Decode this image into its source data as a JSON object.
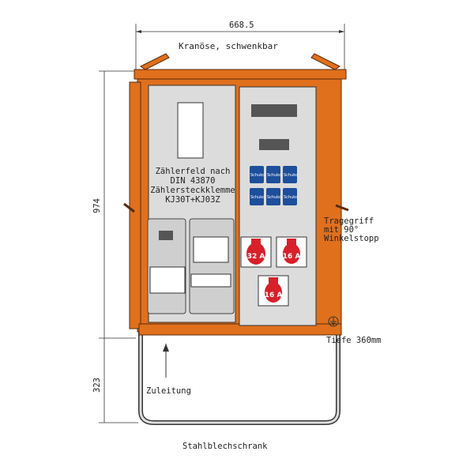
{
  "dimensions": {
    "width": "668.5",
    "height_cabinet": "974",
    "height_legs": "323"
  },
  "labels": {
    "crane_eye": "Kranöse, schwenkbar",
    "meter_field": [
      "Zählerfeld nach",
      "DIN 43870",
      "Zählersteckklemme",
      "KJ30T+KJ03Z"
    ],
    "handle": [
      "Tragegriff",
      "mit 90°",
      "Winkelstopp"
    ],
    "depth": "Tiefe 360mm",
    "feed": "Zuleitung",
    "title": "Stahlblechschrank"
  },
  "sockets": {
    "schuko": [
      "Schuko",
      "Schuko",
      "Schuko",
      "Schuko",
      "Schuko",
      "Schuko"
    ],
    "cee": [
      "32 A",
      "16 A",
      "16 A"
    ]
  },
  "colors": {
    "frame": "#e0701c",
    "schuko": "#1d4f9c",
    "cee": "#d8202a",
    "panel": "#dcdcdc"
  }
}
